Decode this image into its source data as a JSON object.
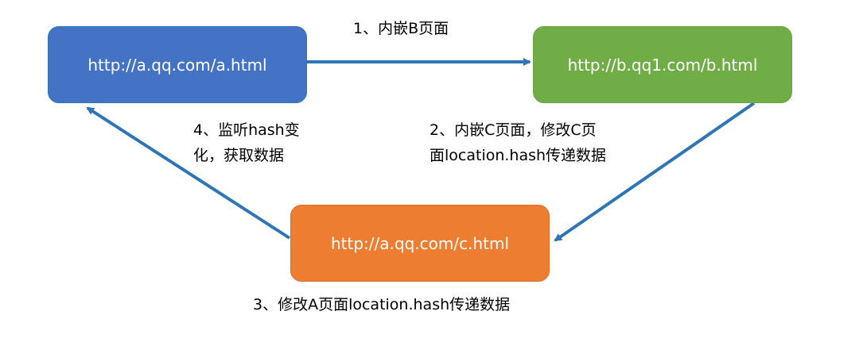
{
  "nodes": {
    "a": "http://a.qq.com/a.html",
    "b": "http://b.qq1.com/b.html",
    "c": "http://a.qq.com/c.html"
  },
  "steps": {
    "step1": "1、内嵌B页面",
    "step2_line1": "2、内嵌C页面，修改C页",
    "step2_line2": "面location.hash传递数据",
    "step3": "3、修改A页面location.hash传递数据",
    "step4_line1": "4、监听hash变",
    "step4_line2": "化，获取数据"
  },
  "colors": {
    "a": "#4472c4",
    "b": "#70ad47",
    "c": "#ed7d31",
    "arrow": "#2e75b6"
  }
}
